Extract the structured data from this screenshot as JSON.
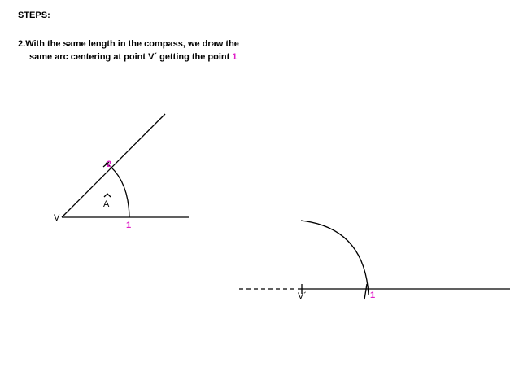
{
  "steps": {
    "heading": "STEPS:",
    "step_number": "2.",
    "line1": "With the same length in the compass, we draw the",
    "line2": "same arc centering at point V´ getting the point",
    "highlight_point": "1"
  },
  "figure_original": {
    "vertex_label": "V",
    "angle_label": "A",
    "angle_hat": "^",
    "point1_label": "1",
    "point2_label": "2"
  },
  "figure_copy": {
    "vertex_label": "V´",
    "point1_label": "1"
  },
  "colors": {
    "text": "#000000",
    "highlight": "#e020c8",
    "line": "#000000"
  }
}
